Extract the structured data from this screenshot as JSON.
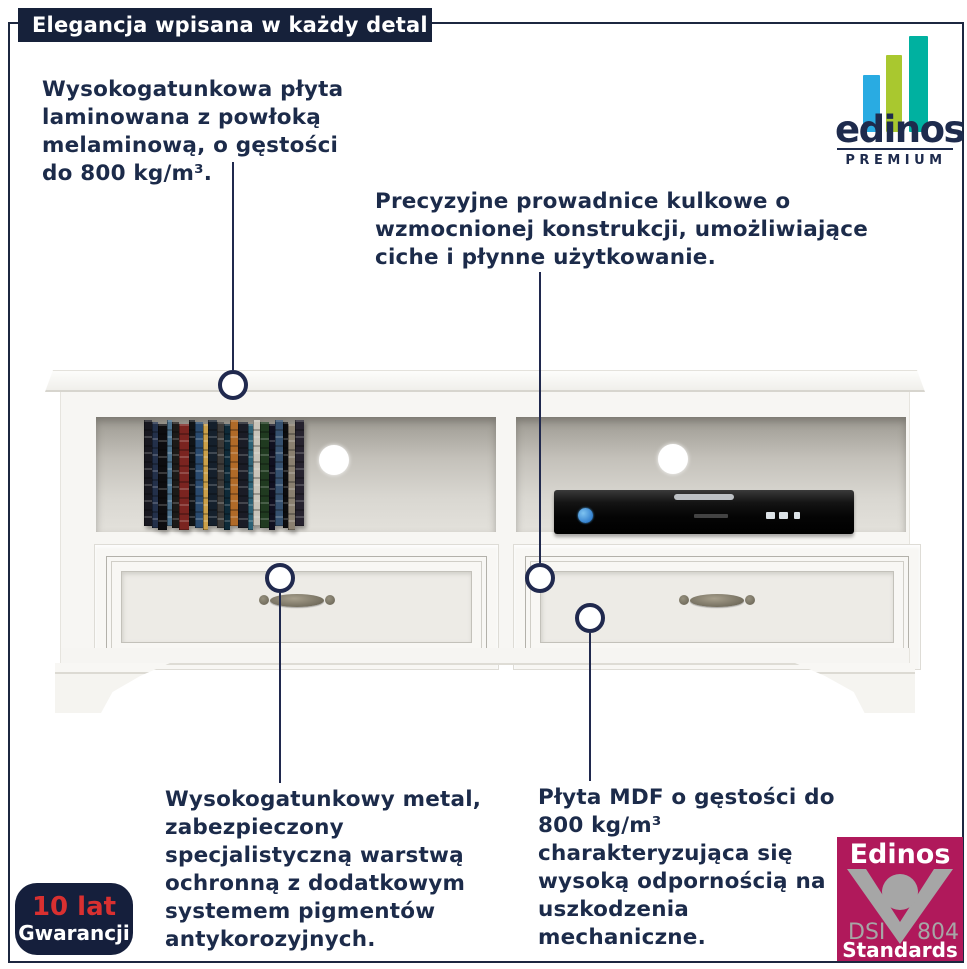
{
  "header": {
    "banner": "Elegancja wpisana w każdy detal"
  },
  "brand_logo": {
    "name": "edinos",
    "tier": "PREMIUM",
    "bar_colors": {
      "blue": "#29abe2",
      "lime": "#a9c82f",
      "teal": "#00b1a0"
    }
  },
  "features": {
    "laminate": {
      "lines": [
        "Wysokogatunkowa płyta",
        "laminowana z powłoką",
        "melaminową, o gęstości",
        "do 800 kg/m³."
      ]
    },
    "slides": {
      "lines": [
        "Precyzyjne prowadnice kulkowe o",
        "wzmocnionej konstrukcji, umożliwiające",
        "ciche i płynne użytkowanie."
      ]
    },
    "metal": {
      "lines": [
        "Wysokogatunkowy metal,",
        "zabezpieczony",
        "specjalistyczną warstwą",
        "ochronną z dodatkowym",
        "systemem pigmentów",
        "antykorozyjnych."
      ]
    },
    "mdf": {
      "lines": [
        "Płyta MDF o gęstości do",
        "800 kg/m³",
        "charakteryzująca się",
        "wysoką odpornością na",
        "uszkodzenia",
        "mechaniczne."
      ]
    }
  },
  "warranty_badge": {
    "years": "10 lat",
    "label": "Gwarancji",
    "accent": "#d93030",
    "background": "#151f3c"
  },
  "standards_logo": {
    "brand": "Edinos",
    "left_code": "DSI",
    "right_code": "804",
    "bottom": "Standards",
    "background": "#b0195b",
    "gray": "#a6a6a6"
  },
  "colors": {
    "banner_background": "#16213a",
    "text_navy": "#1c2b4a",
    "callout": "#20294e",
    "border": "#1c2740"
  },
  "product": {
    "dvd_spine_colors": [
      "#181820",
      "#23304a",
      "#0d0d10",
      "#4a6f8a",
      "#1c1a18",
      "#7a2420",
      "#101418",
      "#2a4a6e",
      "#caa04a",
      "#15202c",
      "#3c3a38",
      "#0e2a38",
      "#b06a28",
      "#1a1c26",
      "#2c6074",
      "#c8c4ba",
      "#203a20",
      "#101020",
      "#35506e",
      "#0c0c0e",
      "#8a8070",
      "#26222e"
    ]
  }
}
